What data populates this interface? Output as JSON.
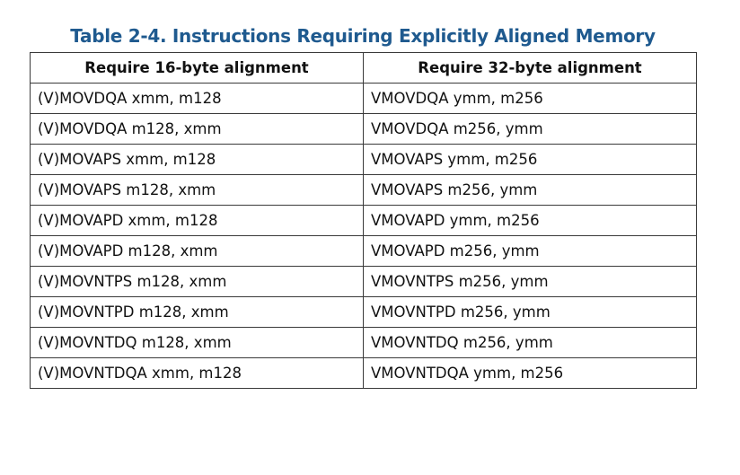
{
  "caption": "Table 2-4.  Instructions Requiring Explicitly Aligned Memory",
  "table": {
    "headers": [
      "Require 16-byte alignment",
      "Require 32-byte alignment"
    ],
    "rows": [
      [
        "(V)MOVDQA xmm, m128",
        "VMOVDQA ymm, m256"
      ],
      [
        "(V)MOVDQA m128, xmm",
        "VMOVDQA m256, ymm"
      ],
      [
        "(V)MOVAPS xmm, m128",
        "VMOVAPS ymm, m256"
      ],
      [
        "(V)MOVAPS m128, xmm",
        "VMOVAPS m256, ymm"
      ],
      [
        "(V)MOVAPD xmm, m128",
        "VMOVAPD ymm, m256"
      ],
      [
        "(V)MOVAPD m128, xmm",
        "VMOVAPD m256, ymm"
      ],
      [
        "(V)MOVNTPS m128, xmm",
        "VMOVNTPS m256, ymm"
      ],
      [
        "(V)MOVNTPD m128, xmm",
        "VMOVNTPD m256, ymm"
      ],
      [
        "(V)MOVNTDQ m128, xmm",
        "VMOVNTDQ m256, ymm"
      ],
      [
        "(V)MOVNTDQA xmm, m128",
        "VMOVNTDQA ymm, m256"
      ]
    ]
  },
  "colors": {
    "caption": "#1f5a8f",
    "border": "#3a3a3a",
    "text": "#111111"
  }
}
